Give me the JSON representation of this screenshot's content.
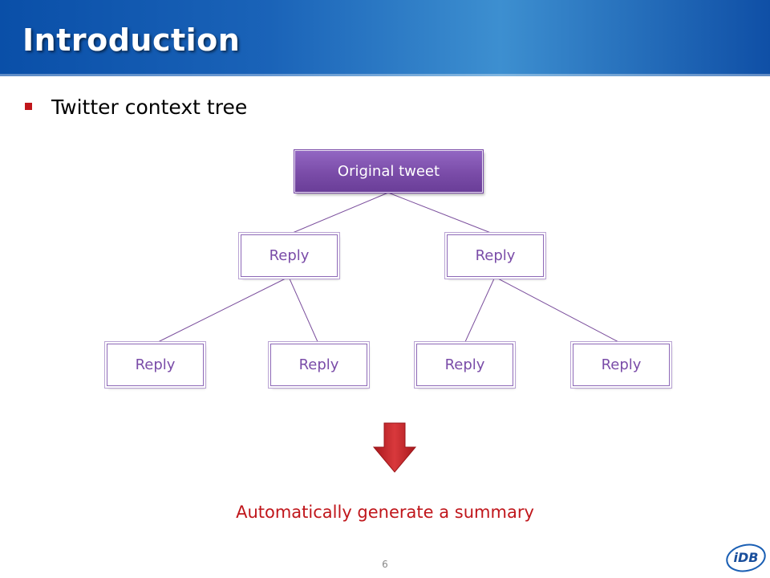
{
  "slide": {
    "title": "Introduction",
    "bullet": "Twitter context tree",
    "summary": "Automatically generate a summary",
    "page_number": "6"
  },
  "tree": {
    "root": "Original tweet",
    "level1": [
      "Reply",
      "Reply"
    ],
    "level2": [
      "Reply",
      "Reply",
      "Reply",
      "Reply"
    ]
  },
  "logo": {
    "text": "iDB",
    "icon": "idb-logo-icon"
  },
  "colors": {
    "header": "#1a63b8",
    "bullet": "#c0161b",
    "node_accent": "#7a4ca8",
    "arrow": "#c0262b",
    "summary_text": "#c0161b"
  }
}
